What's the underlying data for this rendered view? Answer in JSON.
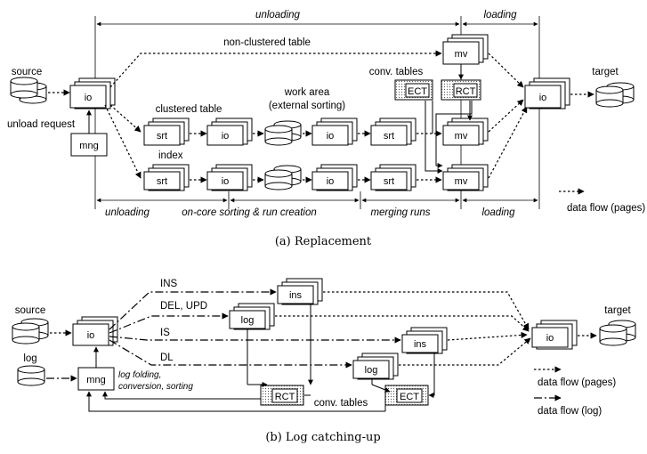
{
  "part_a": {
    "top_unloading": "unloading",
    "top_loading": "loading",
    "non_clustered_table": "non-clustered table",
    "source": "source",
    "target": "target",
    "unload_request": "unload request",
    "clustered_table": "clustered table",
    "work_area": "work area",
    "external_sorting": "(external sorting)",
    "conv_tables": "conv. tables",
    "index": "index",
    "bottom_unloading": "unloading",
    "on_core_sorting": "on-core sorting & run creation",
    "merging_runs": "merging runs",
    "bottom_loading": "loading",
    "data_flow_pages": "data flow (pages)",
    "caption": "(a) Replacement",
    "box_io": "io",
    "box_mng": "mng",
    "box_srt": "srt",
    "box_mv": "mv",
    "box_ect": "ECT",
    "box_rct": "RCT"
  },
  "part_b": {
    "source": "source",
    "log": "log",
    "target": "target",
    "ins_label": "INS",
    "del_upd_label": "DEL, UPD",
    "is_label": "IS",
    "dl_label": "DL",
    "log_folding": "log folding,",
    "conversion_sorting": "conversion, sorting",
    "conv_tables": "conv. tables",
    "data_flow_pages": "data flow (pages)",
    "data_flow_log": "data flow (log)",
    "caption": "(b) Log catching-up",
    "box_io": "io",
    "box_mng": "mng",
    "box_ins": "ins",
    "box_log": "log",
    "box_rct": "RCT",
    "box_ect": "ECT"
  }
}
